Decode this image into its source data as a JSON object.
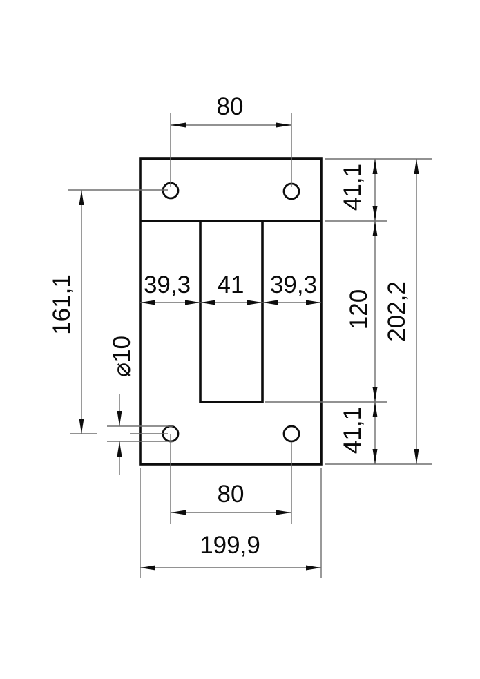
{
  "drawing": {
    "type": "technical-dimension-drawing",
    "part": "rectangular plate with central window and four holes",
    "colors": {
      "background": "#ffffff",
      "outline": "#0d0d0d",
      "dimension_lines": "#6f6f6f",
      "text": "#0a0a0a"
    },
    "dimensions": {
      "hole_spacing_top": "80",
      "top_band_height": "41,1",
      "overall_height": "202,2",
      "left_section_width": "39,3",
      "window_width": "41",
      "right_section_width": "39,3",
      "window_height": "120",
      "hole_vertical_spacing": "161,1",
      "hole_diameter": "⌀10",
      "bottom_band_height": "41,1",
      "hole_spacing_bottom": "80",
      "overall_width": "199,9"
    }
  }
}
